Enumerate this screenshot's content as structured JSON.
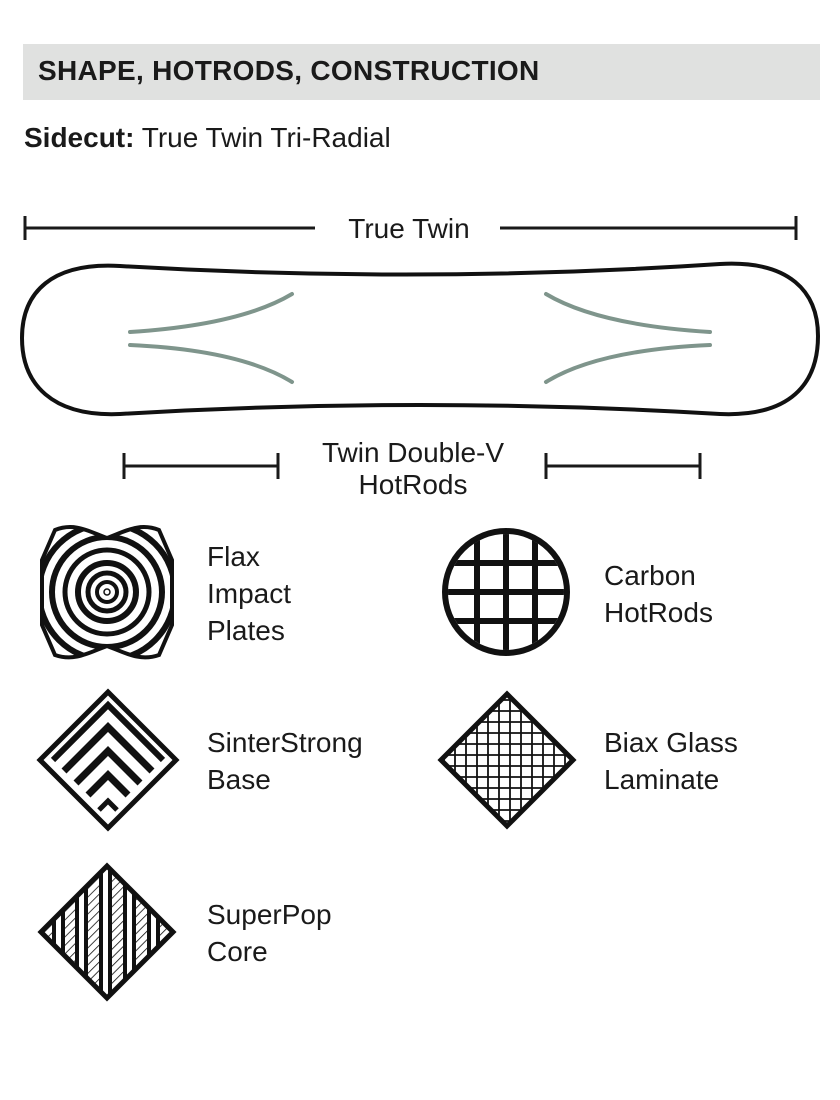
{
  "header": {
    "title": "SHAPE, HOTRODS, CONSTRUCTION"
  },
  "sidecut": {
    "label": "Sidecut:",
    "value": "True Twin Tri-Radial"
  },
  "diagram": {
    "shape_label": "True Twin",
    "hotrods_label_line1": "Twin Double-V",
    "hotrods_label_line2": "HotRods",
    "hotrod_color": "#7f958c"
  },
  "features": [
    {
      "icon": "flax-impact-plates-icon",
      "lines": [
        "Flax",
        "Impact",
        "Plates"
      ]
    },
    {
      "icon": "carbon-hotrods-icon",
      "lines": [
        "Carbon",
        "HotRods"
      ]
    },
    {
      "icon": "sinterstrong-base-icon",
      "lines": [
        "SinterStrong",
        "Base"
      ]
    },
    {
      "icon": "biax-glass-laminate-icon",
      "lines": [
        "Biax Glass",
        "Laminate"
      ]
    },
    {
      "icon": "superpop-core-icon",
      "lines": [
        "SuperPop",
        "Core"
      ]
    }
  ]
}
